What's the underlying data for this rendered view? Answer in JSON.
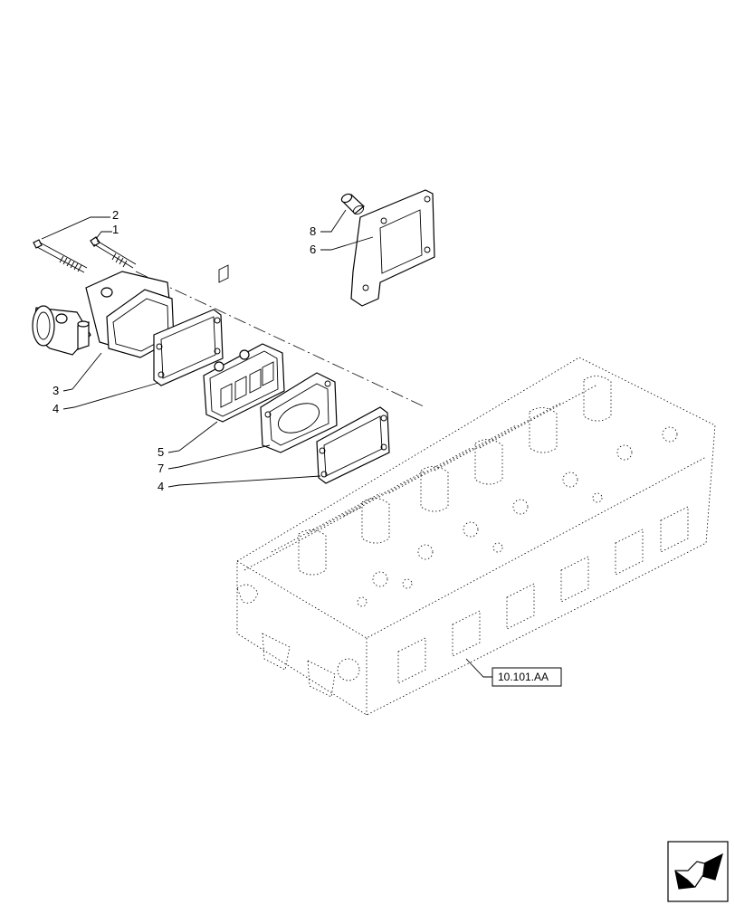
{
  "callouts": {
    "c1": "1",
    "c2": "2",
    "c3": "3",
    "c4a": "4",
    "c4b": "4",
    "c5": "5",
    "c6": "6",
    "c7": "7",
    "c8": "8"
  },
  "reference": {
    "label": "10.101.AA"
  },
  "nav_icon": "arrow-down-left-icon"
}
